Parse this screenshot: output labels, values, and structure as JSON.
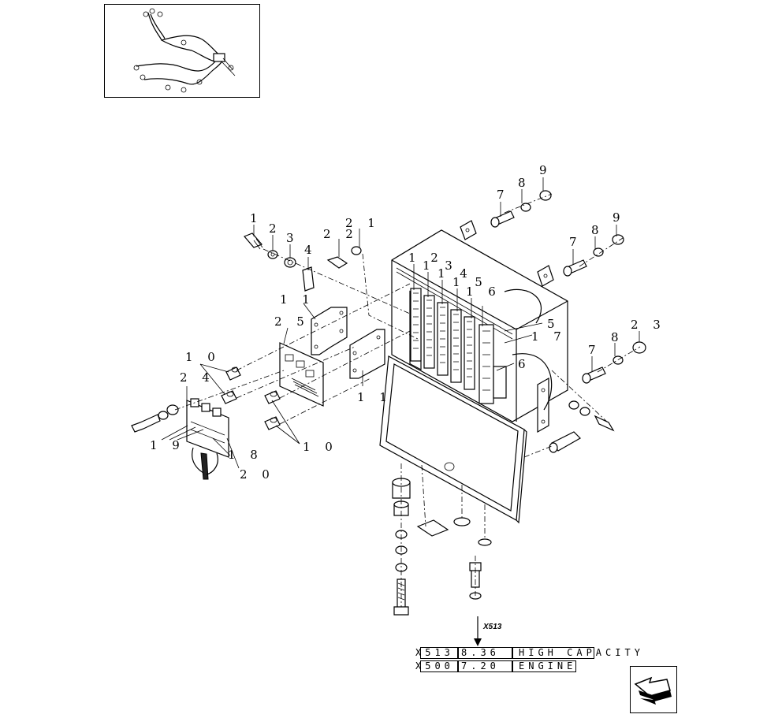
{
  "callouts": {
    "c1": "1",
    "c2a": "2",
    "c3": "3",
    "c4": "4",
    "c22": "2 2",
    "c21": "2 1",
    "c11a": "1 1",
    "c25": "2 5",
    "c10a": "1 0",
    "c24": "2 4",
    "c19": "1 9",
    "c18": "1 8",
    "c20": "2 0",
    "c10b": "1 0",
    "c11b": "1 1",
    "c12": "1 2",
    "c13": "1 3",
    "c14": "1 4",
    "c15": "1 5",
    "c16": "1 6",
    "c5": "5",
    "c17": "1 7",
    "c6": "6",
    "c7a": "7",
    "c8a": "8",
    "c9a": "9",
    "c7b": "7",
    "c8b": "8",
    "c9b": "9",
    "c7c": "7",
    "c8c": "8",
    "c23": "2 3"
  },
  "ref_arrow_label": "X513",
  "reference_table": {
    "rows": [
      {
        "code": "X513",
        "value": "8.36",
        "desc": "HIGH CAPACITY"
      },
      {
        "code": "X500",
        "value": "7.20",
        "desc": "ENGINE"
      }
    ]
  },
  "thumbnail": {
    "icon": "wiring-harness-icon"
  },
  "nav": {
    "icon": "next-page-arrow-icon"
  }
}
